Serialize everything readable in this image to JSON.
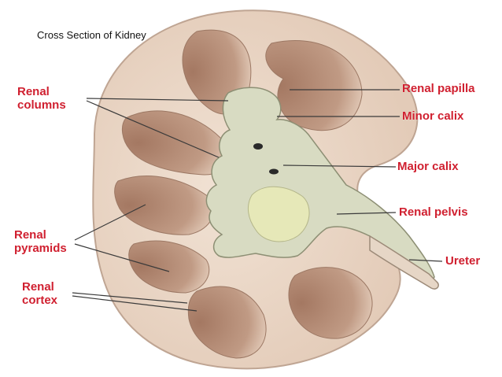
{
  "caption": "Cross Section of Kidney",
  "labels": {
    "renal_columns": {
      "line1": "Renal",
      "line2": "columns"
    },
    "renal_pyramids": {
      "line1": "Renal",
      "line2": "pyramids"
    },
    "renal_cortex": {
      "line1": "Renal",
      "line2": "cortex"
    },
    "renal_papilla": "Renal papilla",
    "minor_calix": "Minor calix",
    "major_calix": "Major calix",
    "renal_pelvis": "Renal pelvis",
    "ureter": "Ureter"
  },
  "colors": {
    "label_text": "#d02030",
    "leader_line": "#3a3a3a",
    "cortex": "#ecd9c9",
    "pyramid": "#b98f78",
    "calyx": "#d9dcc0"
  }
}
